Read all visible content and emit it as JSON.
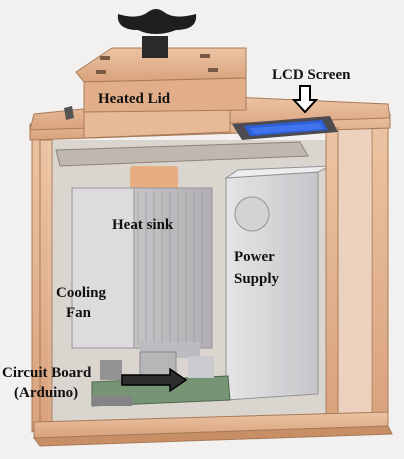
{
  "labels": {
    "heated_lid": "Heated Lid",
    "lcd_screen": "LCD Screen",
    "heat_sink": "Heat sink",
    "power_supply_1": "Power",
    "power_supply_2": "Supply",
    "cooling_fan_1": "Cooling",
    "cooling_fan_2": "Fan",
    "circuit_board_1": "Circuit Board",
    "circuit_board_2": "(Arduino)"
  },
  "colors": {
    "wood": "#e0b08c",
    "wood_dark": "#b98563",
    "lcd": "#2f5fd6",
    "arrow": "#000000",
    "heatsink": "#c9c9cb",
    "power_supply": "#d4d4d6"
  },
  "icons": [
    "knob-icon",
    "arrow-down-icon",
    "arrow-right-icon"
  ]
}
